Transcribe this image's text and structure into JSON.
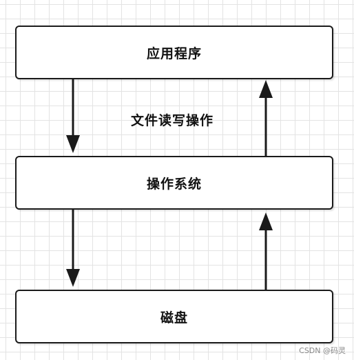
{
  "diagram": {
    "nodes": [
      {
        "id": "app",
        "label": "应用程序"
      },
      {
        "id": "os",
        "label": "操作系统"
      },
      {
        "id": "disk",
        "label": "磁盘"
      }
    ],
    "edge_label": "文件读写操作",
    "watermark": "CSDN @码灵",
    "colors": {
      "line": "#1a1a1a",
      "grid": "#e3e3e3",
      "background": "#ffffff"
    }
  }
}
